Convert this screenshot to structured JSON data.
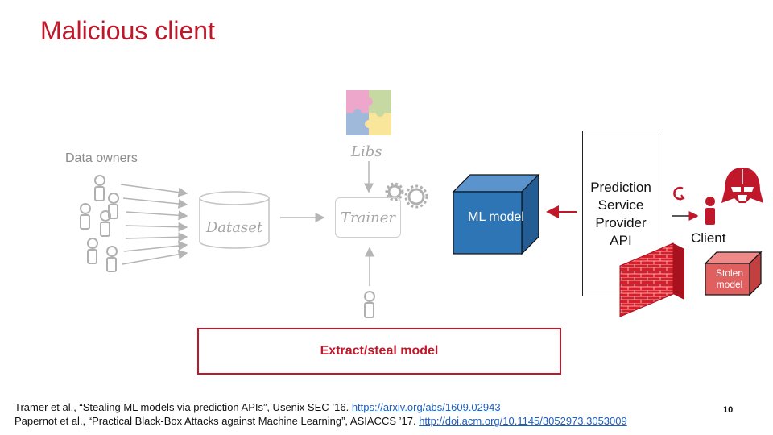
{
  "title": "Malicious client",
  "labels": {
    "data_owners": "Data owners",
    "libs": "Libs",
    "dataset": "Dataset",
    "trainer": "Trainer",
    "ml_model": "ML model",
    "prediction_service": "Prediction Service Provider API",
    "client": "Client",
    "stolen_model": "Stolen model",
    "extract": "Extract/steal model"
  },
  "references": [
    {
      "text": "Tramer et al., “Stealing ML models via prediction APIs”, Usenix SEC ’16. ",
      "link": "https://arxiv.org/abs/1609.02943"
    },
    {
      "text": "Papernot et al., “Practical Black-Box Attacks against Machine Learning”, ASIACCS ’17. ",
      "link": "http://doi.acm.org/10.1145/3052973.3053009"
    }
  ],
  "page_number": "10",
  "icons": {
    "libs": "puzzle-icon",
    "trainer_gears": "gears-icon",
    "attacker": "darth-vader-icon",
    "firewall": "brick-wall-icon",
    "query_loop": "circular-arrow-icon"
  },
  "colors": {
    "accent": "#c0182a",
    "ml_model_cube": "#2e75b6",
    "stolen_cube": "#e06060",
    "faded": "#a6a6a6"
  }
}
